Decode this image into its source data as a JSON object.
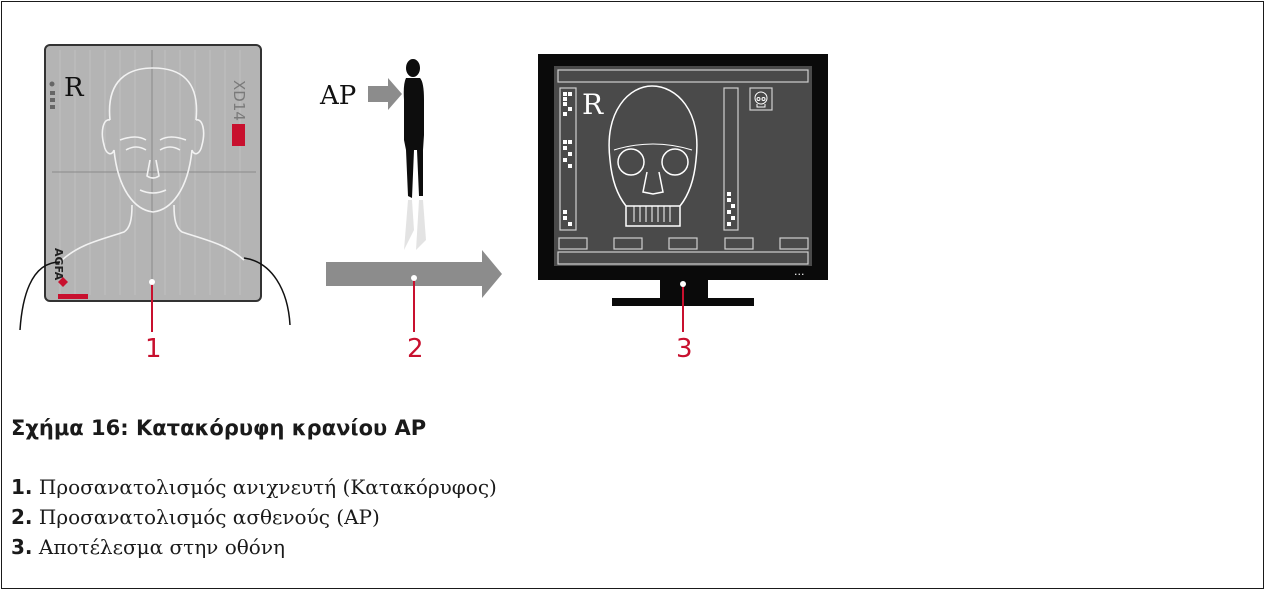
{
  "figure": {
    "detector": {
      "orientation_letter": "R",
      "model_text": "XD14",
      "brand_text": "AGFA"
    },
    "patient": {
      "projection_label": "AP"
    },
    "monitor": {
      "orientation_letter": "R",
      "dots": "..."
    },
    "callouts": [
      "1",
      "2",
      "3"
    ]
  },
  "caption": "Σχήμα 16: Κατακόρυφη κρανίου AP",
  "legend": [
    {
      "number": "1.",
      "text": "Προσανατολισμός ανιχνευτή (Κατακόρυφος)"
    },
    {
      "number": "2.",
      "text": "Προσανατολισμός ασθενούς (AP)"
    },
    {
      "number": "3.",
      "text": "Αποτέλεσμα στην οθόνη"
    }
  ],
  "colors": {
    "callout_red": "#c8102e",
    "detector_gray": "#b4b4b4",
    "arrow_gray": "#8c8c8c",
    "monitor_black": "#0a0a0a",
    "screen_gray": "#4a4a4a"
  }
}
